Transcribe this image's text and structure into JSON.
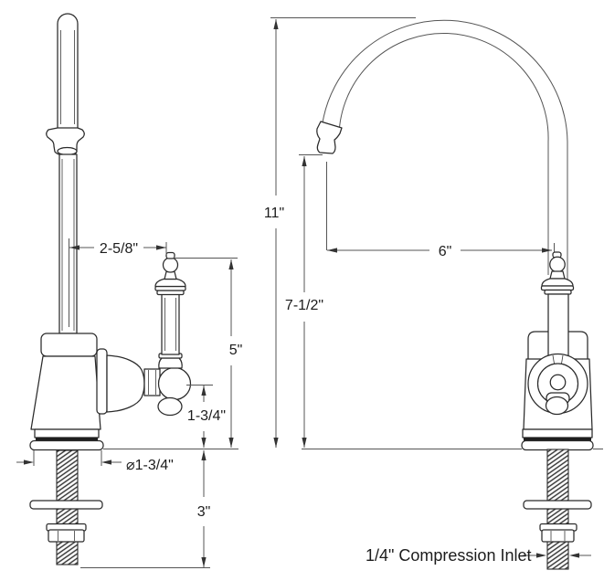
{
  "page": {
    "background": "#ffffff",
    "line_color": "#2b2b2b",
    "dimension_line_color": "#555555"
  },
  "drawing": {
    "type": "technical-dimension-drawing",
    "subject": "Single-handle gooseneck bar faucet, two orthographic views",
    "views": [
      {
        "id": "side",
        "name": "side profile view"
      },
      {
        "id": "front",
        "name": "front elevation view"
      }
    ],
    "dimensions": {
      "spout_offset": "2-5/8\"",
      "handle_height": "5\"",
      "handle_hub_height": "1-3/4\"",
      "base_diameter": "⌀1-3/4\"",
      "shank_length": "3\"",
      "overall_height": "11\"",
      "spout_reach": "6\"",
      "spout_outlet_height": "7-1/2\"",
      "inlet_note": "1/4\" Compression Inlet"
    }
  }
}
